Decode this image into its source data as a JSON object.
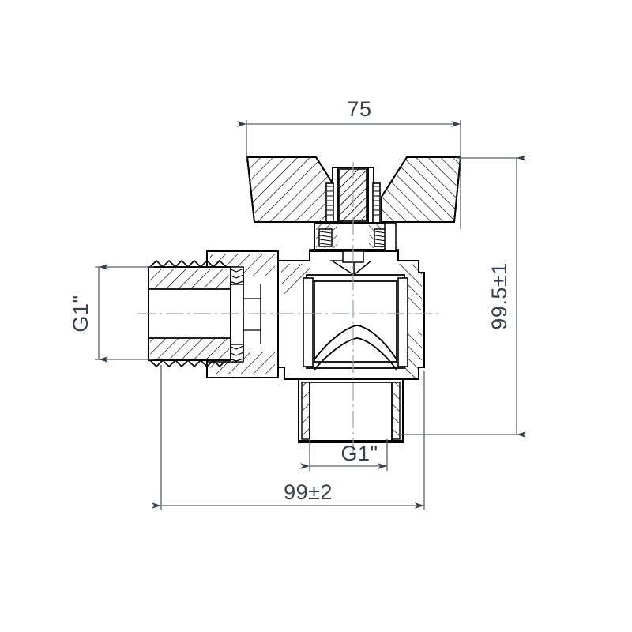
{
  "drawing": {
    "type": "technical-cross-section",
    "subject": "angle ball valve with butterfly handle and union nut",
    "background_color": "#ffffff",
    "line_color": "#000000",
    "dimension_line_color": "#5a5f68",
    "text_color": "#3a3f4a",
    "hatch_color": "#000000",
    "centerline_color": "#9aa0a8"
  },
  "dimensions": {
    "handle_width": {
      "label": "75",
      "orientation": "horizontal",
      "position": "top"
    },
    "overall_height": {
      "label": "99.5±1",
      "orientation": "vertical",
      "position": "right"
    },
    "inlet_thread": {
      "label": "G1\"",
      "orientation": "vertical",
      "position": "left"
    },
    "outlet_thread": {
      "label": "G1\"",
      "orientation": "horizontal",
      "position": "bottom-inner"
    },
    "overall_length": {
      "label": "99±2",
      "orientation": "horizontal",
      "position": "bottom"
    }
  }
}
